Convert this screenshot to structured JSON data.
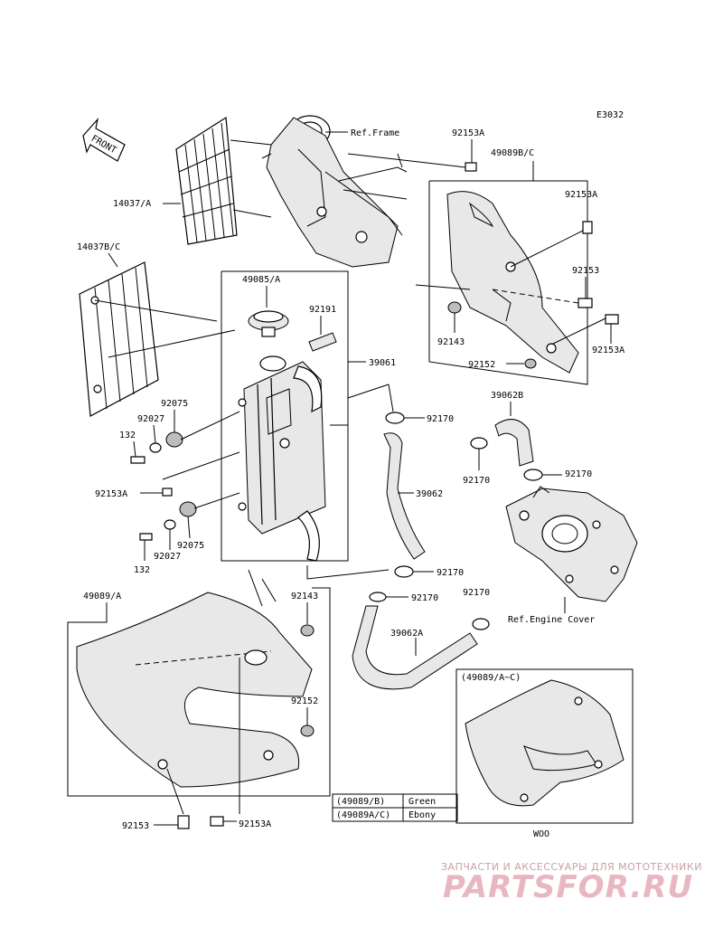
{
  "diagram_code": "E3032",
  "front_label": "FRONT",
  "labels": {
    "ref_frame": "Ref.Frame",
    "p14037A": "14037/A",
    "p14037BC": "14037B/C",
    "p49085A": "49085/A",
    "p92191": "92191",
    "p39061": "39061",
    "p92075_top": "92075",
    "p92027_top": "92027",
    "p132_top": "132",
    "p92153A_left": "92153A",
    "p132_bottom": "132",
    "p92027_bottom": "92027",
    "p92075_bottom": "92075",
    "p92153A_top": "92153A",
    "p49089BC": "49089B/C",
    "p92153A_right1": "92153A",
    "p92153_right": "92153",
    "p92143_right": "92143",
    "p92153A_right2": "92153A",
    "p92152_right": "92152",
    "p39062B": "39062B",
    "p92170_a": "92170",
    "p92170_b": "92170",
    "p92170_c": "92170",
    "p39062": "39062",
    "p92170_d": "92170",
    "p92170_e": "92170",
    "p92170_f": "92170",
    "ref_engine_cover": "Ref.Engine Cover",
    "p39062A": "39062A",
    "p49089A": "49089/A",
    "p92143_left": "92143",
    "p92152_left": "92152",
    "p92153_bottom": "92153",
    "p92153A_bottom": "92153A",
    "inset_title": "(49089/A~C)",
    "inset_caption": "WOO"
  },
  "color_table": [
    {
      "part": "(49089/B)",
      "color": "Green"
    },
    {
      "part": "(49089A/C)",
      "color": "Ebony"
    }
  ],
  "watermark": {
    "tagline": "ЗАПЧАСТИ И АКСЕССУАРЫ ДЛЯ МОТОТЕХНИКИ",
    "brand": "PARTSFOR.RU"
  },
  "colors": {
    "line": "#000000",
    "background": "#ffffff",
    "watermark": "#e9b7c1"
  }
}
